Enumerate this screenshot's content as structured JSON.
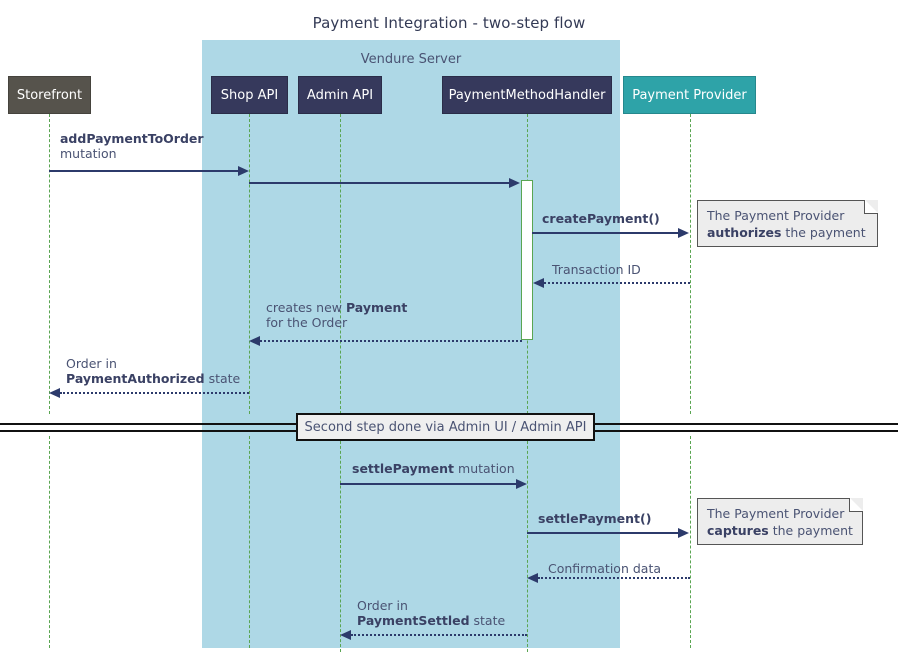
{
  "diagram": {
    "title": "Payment Integration - two-step flow",
    "type": "sequence-diagram"
  },
  "group": {
    "label": "Vendure Server",
    "color": "#aed8e6"
  },
  "participants": [
    {
      "id": "storefront",
      "label": "Storefront",
      "color": "#56534c"
    },
    {
      "id": "shop_api",
      "label": "Shop API",
      "color": "#36395c"
    },
    {
      "id": "admin_api",
      "label": "Admin API",
      "color": "#36395c"
    },
    {
      "id": "handler",
      "label": "PaymentMethodHandler",
      "color": "#36395c"
    },
    {
      "id": "provider",
      "label": "Payment Provider",
      "color": "#2ea3a8"
    }
  ],
  "messages": [
    {
      "id": "m1",
      "from": "storefront",
      "to": "shop_api",
      "style": "solid",
      "direction": "right",
      "label_bold": "addPaymentToOrder",
      "label_rest": "mutation",
      "label_lines": 2
    },
    {
      "id": "m2",
      "from": "shop_api",
      "to": "handler",
      "style": "solid",
      "direction": "right",
      "label_bold": "",
      "label_rest": "",
      "label_lines": 0
    },
    {
      "id": "m3",
      "from": "handler",
      "to": "provider",
      "style": "solid",
      "direction": "right",
      "label_bold": "createPayment()",
      "label_rest": "",
      "label_lines": 1
    },
    {
      "id": "m4",
      "from": "provider",
      "to": "handler",
      "style": "dotted",
      "direction": "left",
      "label_bold": "",
      "label_rest": "Transaction ID",
      "label_lines": 1
    },
    {
      "id": "m5",
      "from": "handler",
      "to": "shop_api",
      "style": "dotted",
      "direction": "left",
      "label_line1_pre": "creates new ",
      "label_line1_bold": "Payment",
      "label_line2": "for the Order",
      "label_lines": 2
    },
    {
      "id": "m6",
      "from": "shop_api",
      "to": "storefront",
      "style": "dotted",
      "direction": "left",
      "label_line1": "Order in",
      "label_line2_bold": "PaymentAuthorized",
      "label_line2_post": " state",
      "label_lines": 2
    },
    {
      "id": "m7",
      "from": "admin_api",
      "to": "handler",
      "style": "solid",
      "direction": "right",
      "label_bold": "settlePayment",
      "label_rest": " mutation",
      "label_lines": 1
    },
    {
      "id": "m8",
      "from": "handler",
      "to": "provider",
      "style": "solid",
      "direction": "right",
      "label_bold": "settlePayment()",
      "label_rest": "",
      "label_lines": 1
    },
    {
      "id": "m9",
      "from": "provider",
      "to": "handler",
      "style": "dotted",
      "direction": "left",
      "label_bold": "",
      "label_rest": "Confirmation data",
      "label_lines": 1
    },
    {
      "id": "m10",
      "from": "handler",
      "to": "admin_api",
      "style": "dotted",
      "direction": "left",
      "label_line1": "Order in",
      "label_line2_bold": "PaymentSettled",
      "label_line2_post": " state",
      "label_lines": 2
    }
  ],
  "labels": {
    "m1_bold": "addPaymentToOrder",
    "m1_rest": "mutation",
    "m3": "createPayment()",
    "m4": "Transaction ID",
    "m5_pre": "creates new ",
    "m5_bold": "Payment",
    "m5_line2": "for the Order",
    "m6_line1": "Order in",
    "m6_bold": "PaymentAuthorized",
    "m6_post": " state",
    "m7_bold": "settlePayment",
    "m7_rest": " mutation",
    "m8": "settlePayment()",
    "m9": "Confirmation data",
    "m10_line1": "Order in",
    "m10_bold": "PaymentSettled",
    "m10_post": " state"
  },
  "notes": [
    {
      "id": "note1",
      "line1": "The Payment Provider",
      "bold": "authorizes",
      "post": " the payment"
    },
    {
      "id": "note2",
      "line1": "The Payment Provider",
      "bold": "captures",
      "post": " the payment"
    }
  ],
  "divider": {
    "label": "Second step done via Admin UI / Admin API"
  }
}
